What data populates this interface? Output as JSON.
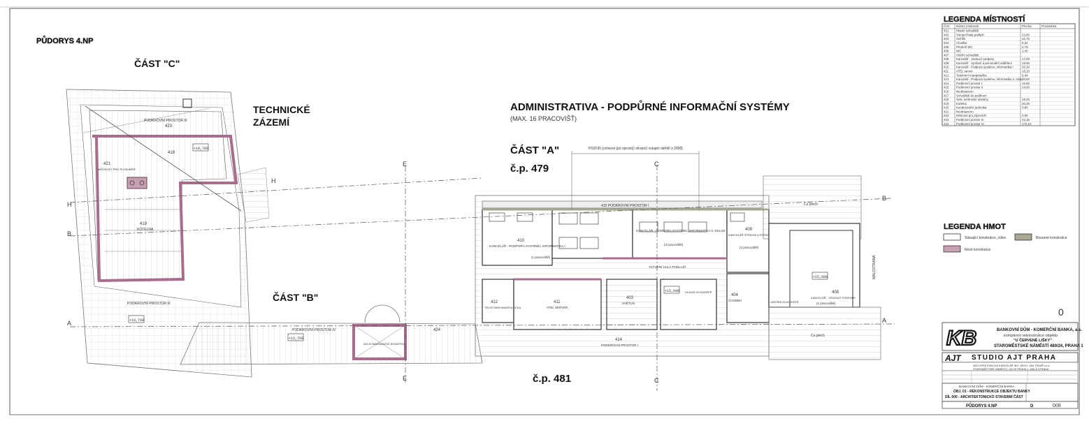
{
  "sheet": {
    "plan_title": "PŮDORYS 4.NP",
    "part_c": "ČÁST \"C\"",
    "part_b": "ČÁST \"B\"",
    "part_a": "ČÁST \"A\"",
    "cp_479": "č.p. 479",
    "cp_481": "č.p. 481",
    "tech_line1": "TECHNICKÉ",
    "tech_line2": "ZÁZEMÍ",
    "main_title": "ADMINISTRATIVA - PODPŮRNÉ INFORMAČNÍ SYSTÉMY",
    "main_subtitle": "(MAX. 16 PRACOVIŠŤ)",
    "note_pozor": "POZOR (ochvost (po sprostý) stropní) vstupní okřídlí z 2008)",
    "corner_mark": "0"
  },
  "legend_rooms": {
    "title": "LEGENDA MÍSTNOSTÍ",
    "headers": [
      "Čísl.",
      "Název místnosti",
      "Plocha",
      "Poznámka"
    ],
    "rows": [
      [
        "401",
        "Hlavní schodiště",
        "",
        ""
      ],
      [
        "402",
        "Vstupní hala podlaží",
        "13,80",
        ""
      ],
      [
        "403",
        "Světlík",
        "10,70",
        ""
      ],
      [
        "404",
        "Chodba",
        "6,32",
        ""
      ],
      [
        "405",
        "Předsíň WC",
        "2,75",
        ""
      ],
      [
        "406",
        "WC",
        "1,40",
        ""
      ],
      [
        "407",
        "Vnitřní schodiště",
        "",
        ""
      ],
      [
        "408",
        "Kancelář - Vedoucí podpory",
        "17,00",
        ""
      ],
      [
        "409",
        "Kancelář - Správní a personální oddělení",
        "19,60",
        ""
      ],
      [
        "410",
        "Kancelář - Podpora systému, informatika I",
        "33,30",
        ""
      ],
      [
        "411",
        "ATEL server",
        "16,10",
        ""
      ],
      [
        "412",
        "Telefonní manipulačka",
        "5,40",
        ""
      ],
      [
        "413",
        "Kancelář - Podpora systému, informatika II, sklad",
        "15,50",
        ""
      ],
      [
        "414",
        "Podkrovní prostor I",
        "10,60",
        ""
      ],
      [
        "415",
        "Podkrovní prostor II",
        "14,80",
        ""
      ],
      [
        "416",
        "Neobsazeno",
        "",
        ""
      ],
      [
        "417",
        "Schodiště do podkroví",
        "",
        ""
      ],
      [
        "418",
        "Vest. technické obsluhy",
        "19,20",
        ""
      ],
      [
        "419",
        "Kotelna",
        "20,20",
        ""
      ],
      [
        "420",
        "Kondenzační jednotka",
        "3,80",
        ""
      ],
      [
        "421",
        "Neobsazeno",
        "",
        ""
      ],
      [
        "422",
        "Místnost pro plynoměr",
        "3,90",
        ""
      ],
      [
        "423",
        "Podkrovní prostor III",
        "42,15",
        ""
      ],
      [
        "424",
        "Podkrovní prostor IV",
        "172,10",
        ""
      ]
    ]
  },
  "legend_materials": {
    "title": "LEGENDA HMOT",
    "items": [
      {
        "label": "Stávající konstrukce, zdivo",
        "color": "#ffffff"
      },
      {
        "label": "Bourané konstrukce",
        "color": "#a8a890"
      },
      {
        "label": "Nové konstrukce",
        "color": "#c8a0b4"
      }
    ]
  },
  "owner": {
    "logo": "KB",
    "line1": "BANKOVNÍ DŮM - KOMERČNÍ BANKA, a.s.",
    "line2": "komplexní rekonstrukce objektu",
    "line3": "\"U ČERVENÉ LIŠKY\"",
    "line4": "STAROMĚSTSKÉ NÁMĚSTÍ 480/24, PRAHA 1"
  },
  "studio": {
    "logo": "AJT",
    "name": "STUDIO AJT PRAHA",
    "sub1": "ARCHITEKTONICKÁ KANCELÁŘ ING. ARCH. JAN TESAŘ s.r.o.",
    "sub2": "STAROMĚSTSKÉ NÁMĚSTÍ, 110 00 PRAHA 1, MALÁ STRANA",
    "project_lines": [
      "BANKOVNÍ DŮM - KOMERČNÍ BANKA",
      "OBJ. 01 - REKONSTRUKCE OBJEKTU BANKY",
      "DÍL 000 - ARCHITEKTONICKO STAVEBNÍ ČÁST"
    ],
    "drawing_name": "PŮDORYS 4.NP",
    "drawing_letter": "D",
    "drawing_number": "008"
  },
  "rooms": {
    "r410": "410",
    "r410_label": "KANCELÁŘ - PODPORA SYSTÉMU, INFORMATIKA I.",
    "r410_count": "(1 pracoviště)",
    "r413_label": "KANCELÁŘ - PODPORA SYSTÉMU, INFORMATIKA II, SKLAD",
    "r413_count": "(3 pracoviště)",
    "r409": "409",
    "r409_label": "KANCELÁŘ SPRÁVNÍ A PERSONÁLNÍ ODDĚLENÍ",
    "r409_count": "(2 pracoviště)",
    "r408": "408",
    "r408_label": "KANCELÁŘ - VEDOUCÍ PODPORY",
    "r408_count": "(1 pracoviště)",
    "r411": "411",
    "r411_label": "ATEL SERVER",
    "r412": "412",
    "r412_label": "TELEFONNÍ MANIPULAČKA",
    "r403": "403",
    "r403_label": "SVĚTLÍK",
    "r404": "404",
    "r404_label": "CHODBA",
    "r402_label": "VSTUPNÍ HALA PODLAŽÍ",
    "r401_label": "HLAVNÍ SCHODIŠTĚ",
    "r407_label": "VNITŘNÍ SCHODIŠTĚ",
    "r415_label": "415 PODKROVNÍ PROSTOR I",
    "r414": "414",
    "r414_label": "PODKROVNÍ PROSTOR I",
    "r424": "424",
    "r424_label": "PODKROVNÍ PROSTOR IV",
    "r420_label": "420 KONDENZAČNÍ JEDNOTKA",
    "r419": "419",
    "r419_label": "KOTELNA",
    "r418": "418",
    "r421": "421",
    "r421_label": "MÍSTNOST PRO PLYNOMĚR",
    "r423": "423",
    "r423_label": "PODKROVNÍ PROSTOR III",
    "r423b_label": "PODKROVNÍ PROSTOR III",
    "elev1": "+10,780",
    "elev2": "+15,800",
    "elev3": "+15,690",
    "elev4": "+12,760",
    "elev5": "+10,760",
    "roof1": "Cu plech",
    "roof2": "Cu plech",
    "street": "MALOSTRANÁ"
  },
  "section_marks": [
    "A",
    "A",
    "B",
    "B",
    "C",
    "C",
    "E",
    "E",
    "H",
    "H"
  ]
}
